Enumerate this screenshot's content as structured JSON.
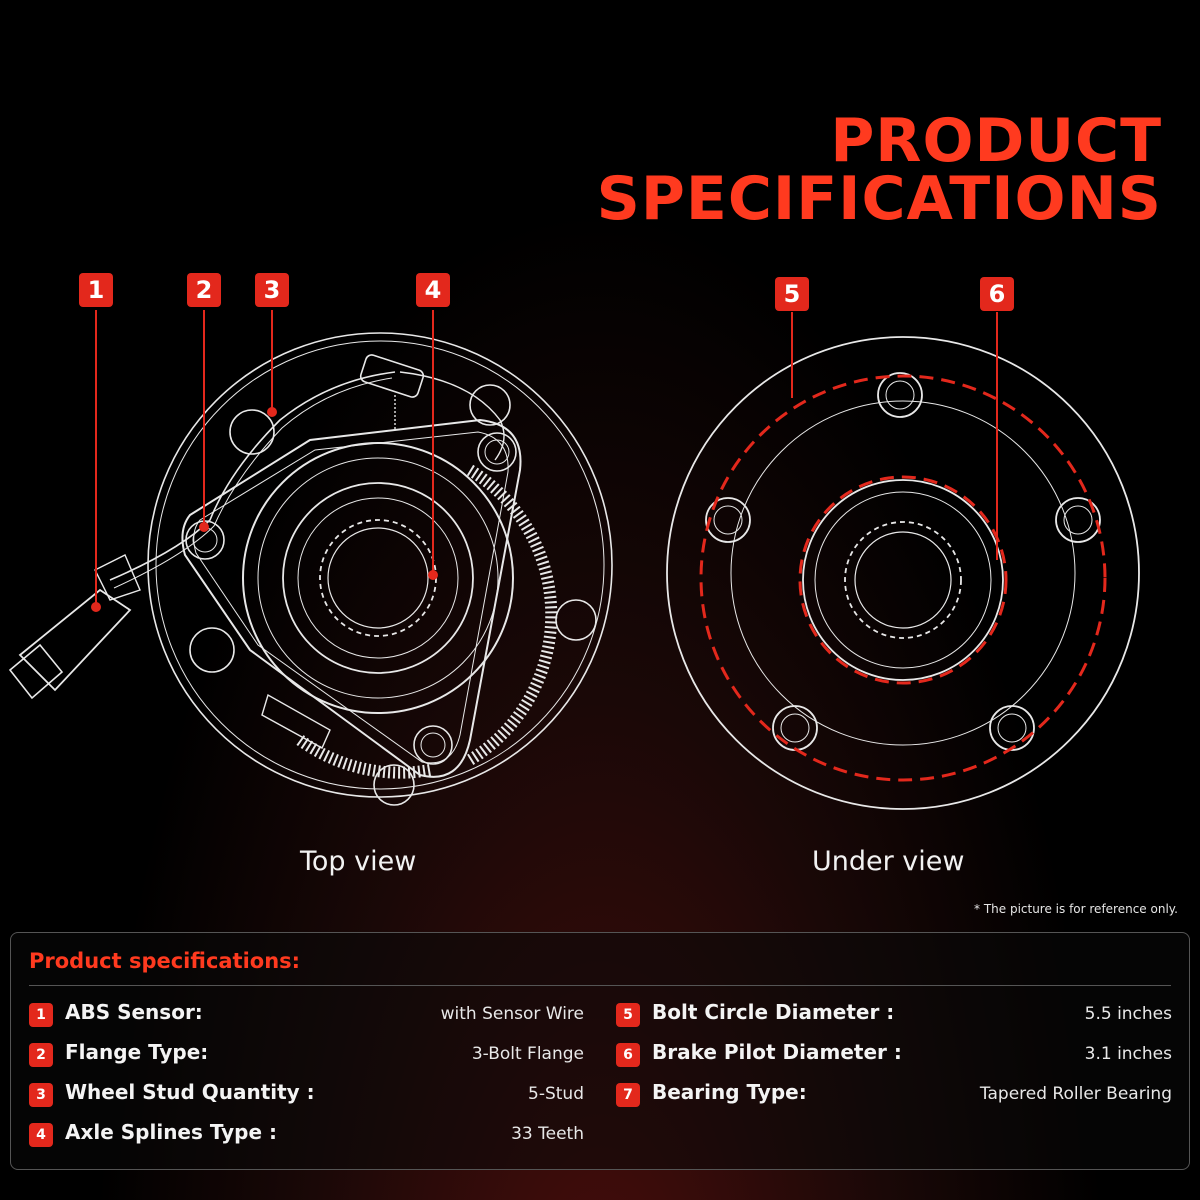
{
  "title": {
    "line1": "PRODUCT",
    "line2": "SPECIFICATIONS"
  },
  "callouts": [
    "1",
    "2",
    "3",
    "4",
    "5",
    "6"
  ],
  "views": {
    "top": "Top view",
    "under": "Under view"
  },
  "note": "* The picture is for reference only.",
  "specs_title": "Product specifications:",
  "specs": [
    {
      "num": "1",
      "label": "ABS Sensor:",
      "value": "with Sensor Wire"
    },
    {
      "num": "2",
      "label": "Flange Type:",
      "value": "3-Bolt Flange"
    },
    {
      "num": "3",
      "label": "Wheel Stud Quantity :",
      "value": "5-Stud"
    },
    {
      "num": "4",
      "label": "Axle Splines Type :",
      "value": "33 Teeth"
    },
    {
      "num": "5",
      "label": "Bolt Circle Diameter :",
      "value": "5.5 inches"
    },
    {
      "num": "6",
      "label": "Brake Pilot Diameter :",
      "value": "3.1 inches"
    },
    {
      "num": "7",
      "label": "Bearing Type:",
      "value": "Tapered Roller Bearing"
    }
  ],
  "colors": {
    "accent": "#e3281c",
    "background": "#000000",
    "line": "#e8e8e8"
  }
}
